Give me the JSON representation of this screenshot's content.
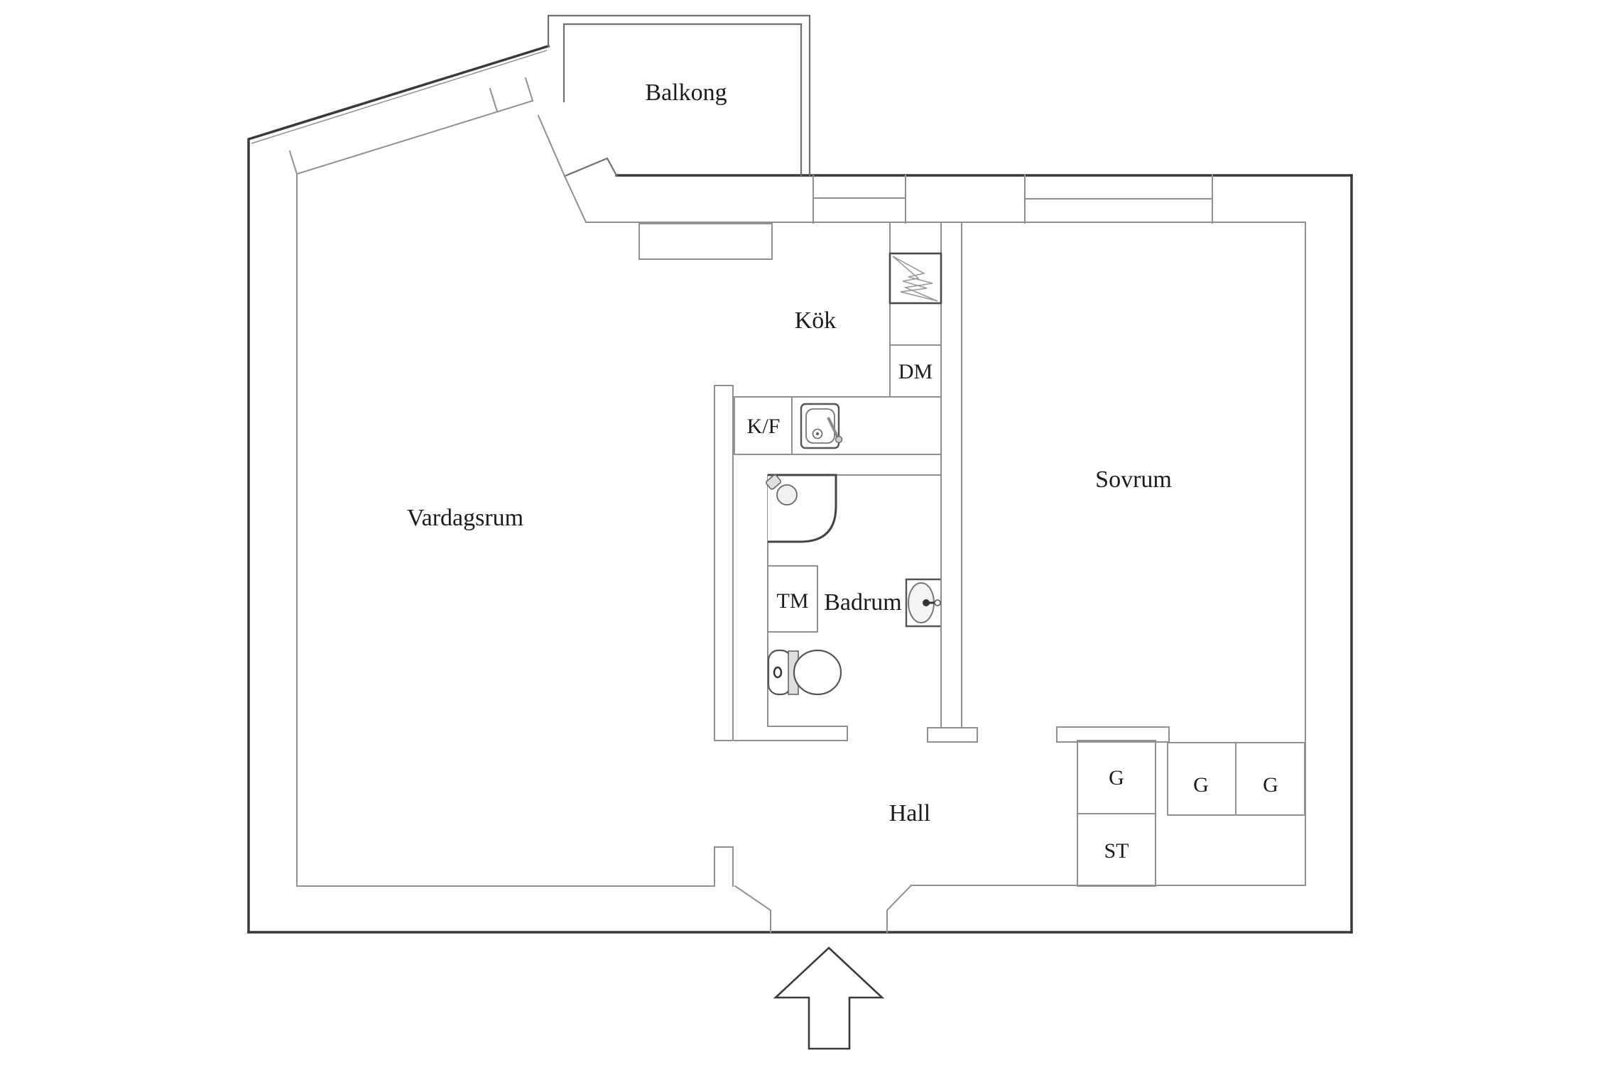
{
  "plan": {
    "type": "apartment-floorplan",
    "language": "Swedish",
    "rooms": [
      {
        "id": "balkong",
        "label": "Balkong"
      },
      {
        "id": "kok",
        "label": "Kök"
      },
      {
        "id": "vardagsrum",
        "label": "Vardagsrum"
      },
      {
        "id": "sovrum",
        "label": "Sovrum"
      },
      {
        "id": "badrum",
        "label": "Badrum"
      },
      {
        "id": "hall",
        "label": "Hall"
      }
    ],
    "fixtures": [
      {
        "id": "dm",
        "label": "DM"
      },
      {
        "id": "kf",
        "label": "K/F"
      },
      {
        "id": "tm",
        "label": "TM"
      },
      {
        "id": "g-closet-1",
        "label": "G"
      },
      {
        "id": "g-closet-2",
        "label": "G"
      },
      {
        "id": "g-closet-3",
        "label": "G"
      },
      {
        "id": "st",
        "label": "ST"
      }
    ],
    "icons": [
      "stove-icon",
      "sink-icon",
      "shower-icon",
      "toilet-icon",
      "basin-icon",
      "window-icon",
      "entrance-arrow-icon"
    ],
    "colors": {
      "background": "#ffffff",
      "wall_dark": "#3a3a3a",
      "wall_light": "#909090",
      "text": "#1c1c1c"
    }
  }
}
